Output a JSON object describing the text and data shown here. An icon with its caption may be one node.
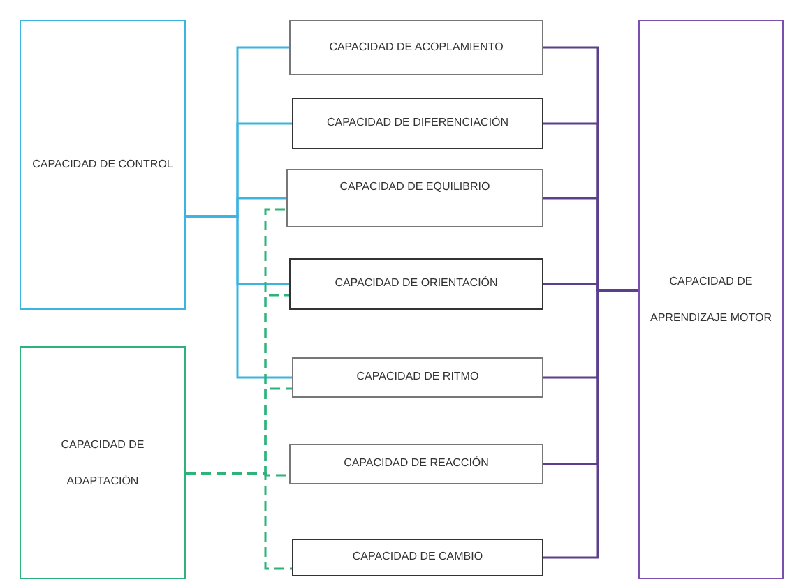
{
  "diagram": {
    "nodes": [
      {
        "text": [
          "CAPACIDAD DE CONTROL"
        ]
      },
      {
        "text": [
          "CAPACIDAD DE ADAPTACIÓN"
        ]
      },
      {
        "text": [
          "CAPACIDAD DE ACOPLAMIENTO"
        ]
      },
      {
        "text": [
          "CAPACIDAD DE DIFERENCIACIÓN"
        ]
      },
      {
        "text": [
          "CAPACIDAD DE EQUILIBRIO"
        ]
      },
      {
        "text": [
          "CAPACIDAD DE ORIENTACIÓN"
        ]
      },
      {
        "text": [
          "CAPACIDAD DE RITMO"
        ]
      },
      {
        "text": [
          "CAPACIDAD DE REACCIÓN"
        ]
      },
      {
        "text": [
          "CAPACIDAD DE CAMBIO"
        ]
      },
      {
        "text": [
          "CAPACIDAD DE APRENDIZAJE MOTOR"
        ]
      }
    ],
    "edges": [
      {
        "from": 0,
        "to": 2,
        "arrow": "none",
        "color": "#3cb4e0"
      },
      {
        "from": 0,
        "to": 3,
        "arrow": "none",
        "color": "#3cb4e0"
      },
      {
        "from": 0,
        "to": 4,
        "arrow": "none",
        "color": "#3cb4e0"
      },
      {
        "from": 0,
        "to": 5,
        "arrow": "none",
        "color": "#3cb4e0"
      },
      {
        "from": 0,
        "to": 6,
        "arrow": "none",
        "color": "#3cb4e0"
      },
      {
        "from": 1,
        "to": 4,
        "arrow": "none",
        "style": "dashed",
        "color": "#2db37a"
      },
      {
        "from": 1,
        "to": 5,
        "arrow": "none",
        "style": "dashed",
        "color": "#2db37a"
      },
      {
        "from": 1,
        "to": 6,
        "arrow": "none",
        "style": "dashed",
        "color": "#2db37a"
      },
      {
        "from": 1,
        "to": 7,
        "arrow": "none",
        "style": "dashed",
        "color": "#2db37a"
      },
      {
        "from": 1,
        "to": 8,
        "arrow": "none",
        "style": "dashed",
        "color": "#2db37a"
      },
      {
        "from": 2,
        "to": 9,
        "arrow": "none"
      },
      {
        "from": 3,
        "to": 9,
        "arrow": "none"
      },
      {
        "from": 4,
        "to": 9,
        "arrow": "none"
      },
      {
        "from": 5,
        "to": 9,
        "arrow": "none"
      },
      {
        "from": 6,
        "to": 9,
        "arrow": "none"
      },
      {
        "from": 7,
        "to": 9,
        "arrow": "none"
      },
      {
        "from": 8,
        "to": 9,
        "arrow": "none"
      }
    ]
  }
}
